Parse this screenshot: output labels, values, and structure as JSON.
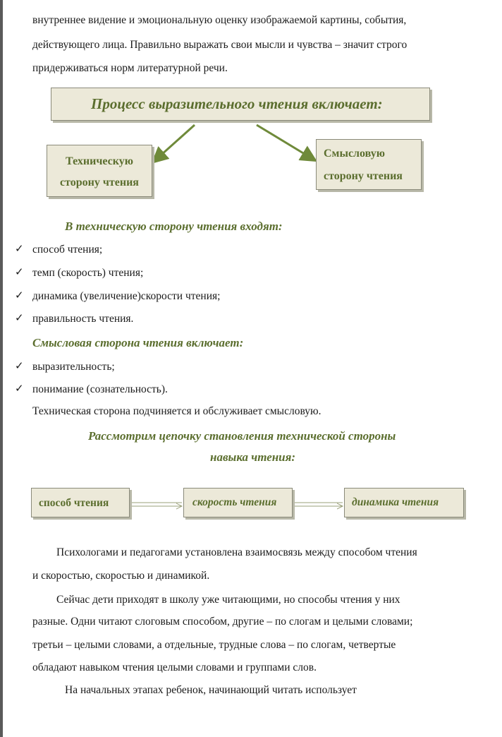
{
  "intro_lines": [
    "внутреннее видение и эмоциональную оценку изображаемой картины, события,",
    "действующего лица. Правильно выражать свои мысли и чувства   – значит строго",
    "придерживаться норм литературной речи."
  ],
  "diagram1": {
    "top": "Процесс выразительного чтения включает:",
    "left_line1": "Техническую",
    "left_line2": "сторону чтения",
    "right_line1": "Смысловую",
    "right_line2": "сторону чтения"
  },
  "technical": {
    "heading": "В техническую сторону чтения входят:",
    "items": [
      "способ чтения;",
      "темп (скорость) чтения;",
      " динамика (увеличение)скорости чтения;",
      " правильность чтения."
    ]
  },
  "semantic": {
    "heading": "Смысловая сторона чтения включает:",
    "items": [
      "выразительность;",
      "понимание (сознательность)."
    ],
    "note": "Техническая сторона подчиняется и обслуживает смысловую."
  },
  "chain": {
    "heading_line1": "Рассмотрим цепочку становления технической стороны",
    "heading_line2": "навыка чтения:",
    "steps": [
      "способ чтения",
      "скорость чтения",
      "динамика чтения"
    ]
  },
  "body_lines": [
    "Психологами и  педагогами установлена взаимосвязь  между способом  чтения",
    "и скоростью, скоростью и динамикой.",
    "Сейчас дети приходят в школу уже читающими, но способы чтения у них",
    "разные. Одни читают слоговым способом, другие  – по слогам и целыми словами;",
    "третьи  – целыми словами, а отдельные, трудные слова    – по слогам, четвертые",
    "обладают навыком чтения целыми словами и группами слов.",
    "На начальных этапах ребенок, начинающий  читать использует"
  ],
  "colors": {
    "accent_green": "#5b6e2e",
    "box_fill": "#ece9d9",
    "arrow": "#6f8a3a"
  }
}
